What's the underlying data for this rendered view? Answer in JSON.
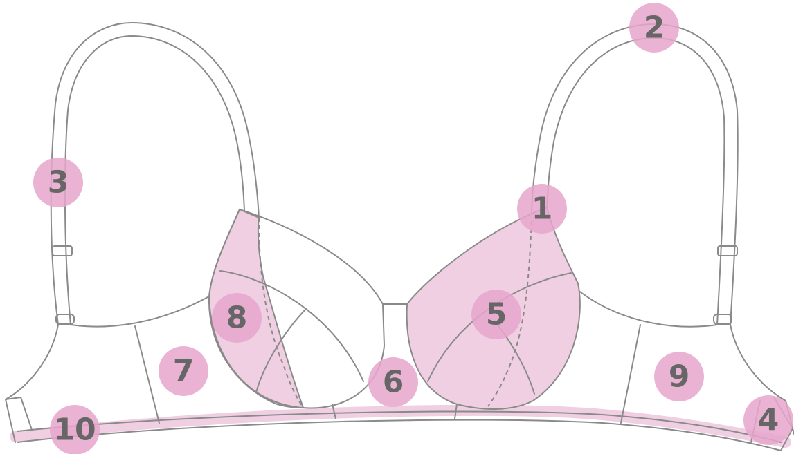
{
  "colors": {
    "marker": "#e6a6cd",
    "highlight": "#efcfe1",
    "outline": "#8a8a8a",
    "label_text": "#666666"
  },
  "markers": [
    {
      "id": "m1",
      "label": "1"
    },
    {
      "id": "m2",
      "label": "2"
    },
    {
      "id": "m3",
      "label": "3"
    },
    {
      "id": "m4",
      "label": "4"
    },
    {
      "id": "m5",
      "label": "5"
    },
    {
      "id": "m6",
      "label": "6"
    },
    {
      "id": "m7",
      "label": "7"
    },
    {
      "id": "m8",
      "label": "8"
    },
    {
      "id": "m9",
      "label": "9"
    },
    {
      "id": "m10",
      "label": "10"
    }
  ]
}
